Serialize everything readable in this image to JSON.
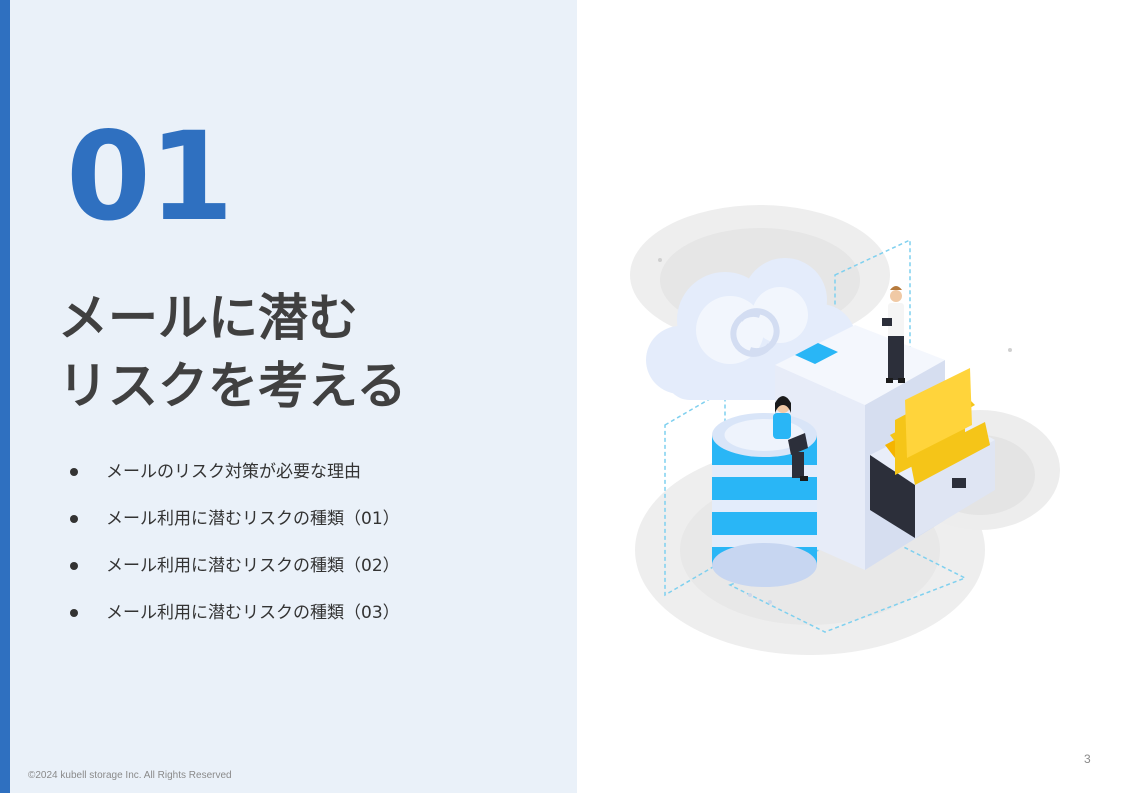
{
  "slide": {
    "section_number": "01",
    "title_lines": [
      "メールに潜む",
      "リスクを考える"
    ],
    "agenda": [
      "メールのリスク対策が必要な理由",
      "メール利用に潜むリスクの種類（01）",
      "メール利用に潜むリスクの種類（02）",
      "メール利用に潜むリスクの種類（03）"
    ],
    "copyright": "©2024 kubell storage Inc. All Rights Reserved",
    "page_number": "3"
  },
  "colors": {
    "accent": "#2f70c0",
    "panel_background": "#eaf1f9",
    "title_text": "#404040",
    "folder_yellow": "#f5c518",
    "storage_cyan": "#29b6f6"
  },
  "illustration": {
    "icon": "cloud-storage-illustration"
  }
}
